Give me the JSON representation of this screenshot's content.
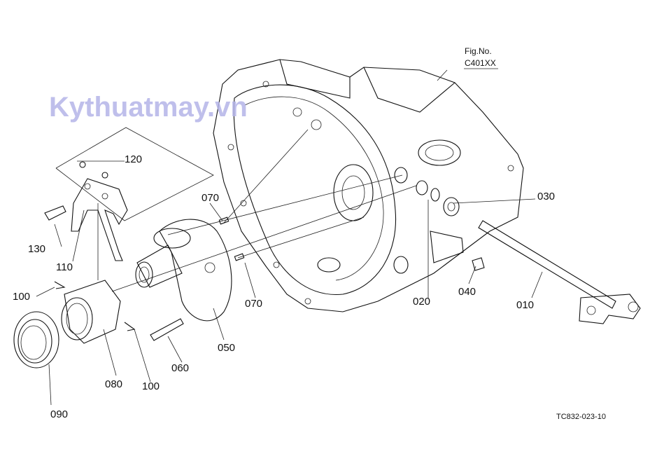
{
  "figure": {
    "caption_label": "Fig.No.",
    "number": "C401XX",
    "code": "TC832-023-10"
  },
  "watermark": "Kythuatmay.vn",
  "callouts": [
    "120",
    "070",
    "030",
    "130",
    "110",
    "100",
    "070",
    "020",
    "040",
    "010",
    "050",
    "060",
    "080",
    "100",
    "090"
  ],
  "colors": {
    "line": "#111111",
    "watermark": "#b4b4e8"
  }
}
